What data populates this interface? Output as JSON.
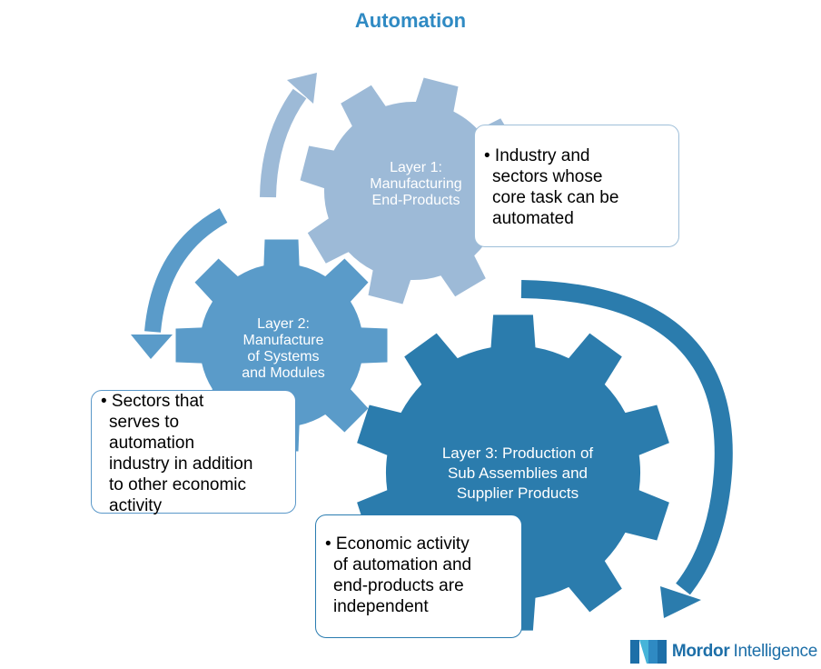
{
  "title": "Automation",
  "colors": {
    "title": "#2f8ac3",
    "layer1": "#9dbad7",
    "layer2": "#5a9bc9",
    "layer3": "#2b7cad",
    "arrow1": "#9dbad7",
    "arrow2": "#5a9bc9",
    "arrow3": "#2b7cad"
  },
  "layers": [
    {
      "label_lines": [
        "Layer 1:",
        "Manufacturing",
        "End-Products"
      ],
      "description_lines": [
        "• Industry and",
        "sectors whose",
        "core task can be",
        "automated"
      ]
    },
    {
      "label_lines": [
        "Layer 2:",
        "Manufacture",
        "of Systems",
        "and Modules"
      ],
      "description_lines": [
        "• Sectors that",
        "serves to",
        "automation",
        "industry in addition",
        "to other economic",
        "activity"
      ]
    },
    {
      "label_lines": [
        "Layer 3: Production of",
        "Sub Assemblies and",
        "Supplier Products"
      ],
      "description_lines": [
        "• Economic activity",
        "of automation and",
        "end-products are",
        "independent"
      ]
    }
  ],
  "logo": {
    "word1": "Mordor",
    "word2": "Intelligence",
    "icon": "mordor-intelligence-logo-icon"
  }
}
